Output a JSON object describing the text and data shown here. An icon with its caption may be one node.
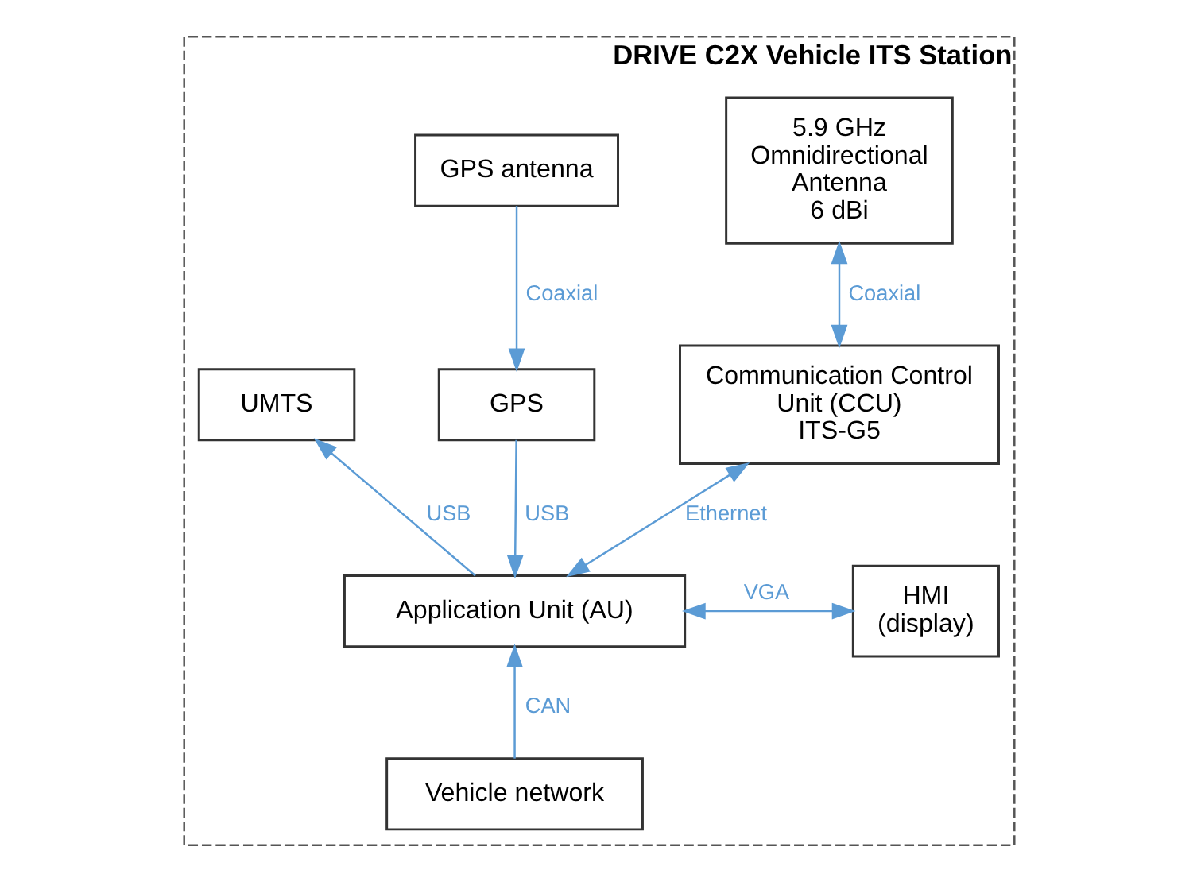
{
  "diagram": {
    "nodes": [
      {
        "text": [
          "DRIVE C2X Vehicle ITS Station"
        ]
      },
      {
        "text": [
          "5.9 GHz Omnidirectional Antenna 6 dBi"
        ],
        "in": 0
      },
      {
        "text": [
          "GPS antenna"
        ],
        "in": 0
      },
      {
        "text": [
          "UMTS"
        ],
        "in": 0
      },
      {
        "text": [
          "GPS"
        ],
        "in": 0
      },
      {
        "text": [
          "Communication Control Unit (CCU) ITS-G5"
        ],
        "in": 0
      },
      {
        "text": [
          "Application Unit (AU)"
        ],
        "in": 0
      },
      {
        "text": [
          "HMI (display)"
        ],
        "in": 0
      },
      {
        "text": [
          "Vehicle network"
        ],
        "in": 0
      }
    ],
    "edges": [
      {
        "from": 1,
        "to": 5,
        "arrow": "both",
        "label": "Coaxial"
      },
      {
        "from": 2,
        "to": 4,
        "arrow": "to",
        "label": "Coaxial"
      },
      {
        "from": 6,
        "to": 3,
        "arrow": "to",
        "label": "USB"
      },
      {
        "from": 4,
        "to": 6,
        "arrow": "to",
        "label": "USB"
      },
      {
        "from": 5,
        "to": 6,
        "arrow": "both",
        "label": "Ethernet"
      },
      {
        "from": 6,
        "to": 7,
        "arrow": "both",
        "label": "VGA"
      },
      {
        "from": 8,
        "to": 6,
        "arrow": "to",
        "label": "CAN"
      }
    ]
  }
}
